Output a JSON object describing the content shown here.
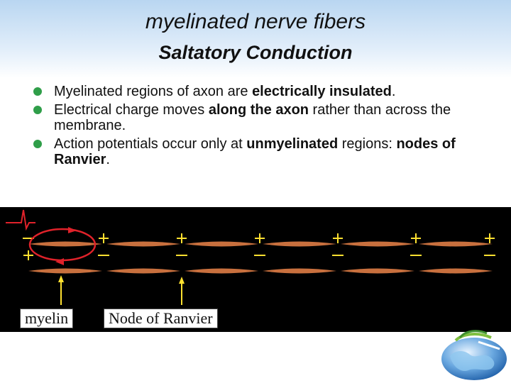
{
  "title": "myelinated nerve fibers",
  "subtitle": "Saltatory Conduction",
  "bullets": [
    {
      "parts": [
        {
          "text": "Myelinated regions of axon are ",
          "bold": false
        },
        {
          "text": "electrically insulated",
          "bold": true
        },
        {
          "text": ".",
          "bold": false
        }
      ]
    },
    {
      "parts": [
        {
          "text": "Electrical charge moves ",
          "bold": false
        },
        {
          "text": "along the axon",
          "bold": true
        },
        {
          "text": " rather than across the membrane.",
          "bold": false
        }
      ]
    },
    {
      "parts": [
        {
          "text": "Action potentials occur only at ",
          "bold": false
        },
        {
          "text": "unmyelinated",
          "bold": true
        },
        {
          "text": " regions: ",
          "bold": false
        },
        {
          "text": "nodes of Ranvier",
          "bold": true
        },
        {
          "text": ".",
          "bold": false
        }
      ]
    }
  ],
  "diagram": {
    "labels": {
      "myelin": "myelin",
      "node": "Node of Ranvier"
    },
    "colors": {
      "background": "#000000",
      "myelin": "#c8703e",
      "arrow": "#e0222a",
      "pointer": "#ffe030",
      "charge": "#ffe030",
      "bullet": "#2f9e49"
    }
  }
}
